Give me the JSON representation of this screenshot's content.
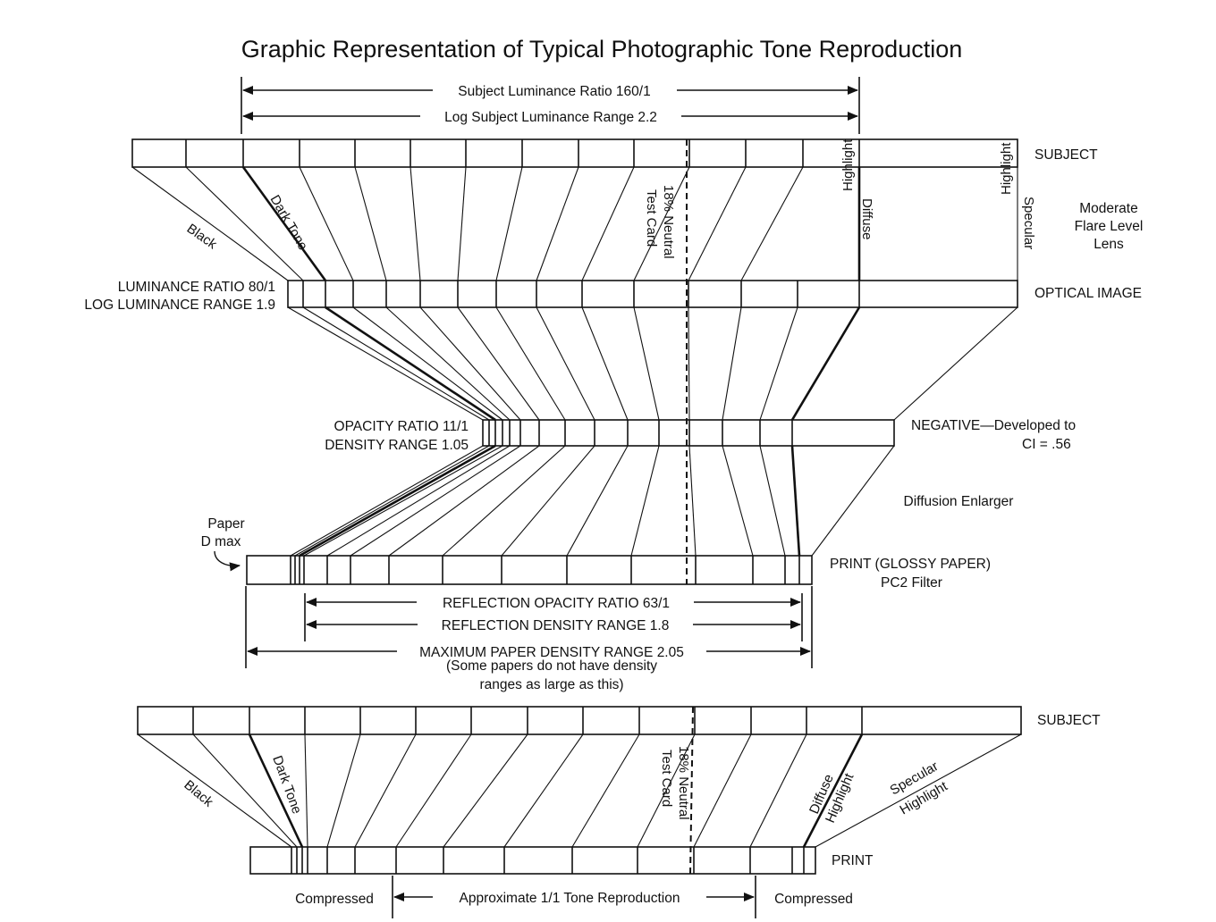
{
  "title": "Graphic Representation of Typical Photographic Tone Reproduction",
  "top_ranges": {
    "subject_ratio": "Subject Luminance Ratio 160/1",
    "log_subject_range": "Log Subject Luminance Range 2.2"
  },
  "stages": {
    "subject": "SUBJECT",
    "optical_image": "OPTICAL IMAGE",
    "negative": "NEGATIVE—Developed to",
    "negative_ci": "CI = .56",
    "print": "PRINT (GLOSSY PAPER)",
    "print_filter": "PC2 Filter"
  },
  "lens": [
    "Moderate",
    "Flare Level",
    "Lens"
  ],
  "enlarger": "Diffusion Enlarger",
  "optical_left": {
    "ratio": "LUMINANCE RATIO 80/1",
    "range": "LOG LUMINANCE RANGE 1.9"
  },
  "negative_left": {
    "ratio": "OPACITY RATIO 11/1",
    "range": "DENSITY RANGE 1.05"
  },
  "paper_dmax": [
    "Paper",
    "D max"
  ],
  "tones": {
    "black": "Black",
    "dark_tone": "Dark Tone",
    "neutral_line1": "18% Neutral",
    "neutral_line2": "Test Card",
    "diffuse": "Diffuse",
    "highlight": "Highlight",
    "specular": "Specular"
  },
  "print_ranges": {
    "reflection_opacity": "REFLECTION OPACITY RATIO 63/1",
    "reflection_density": "REFLECTION DENSITY RANGE 1.8",
    "max_paper_density": "MAXIMUM PAPER DENSITY RANGE 2.05",
    "note1": "(Some papers do not have density",
    "note2": "ranges as large as this)"
  },
  "bottom": {
    "subject": "SUBJECT",
    "print": "PRINT",
    "compressed_left": "Compressed",
    "approx": "Approximate 1/1 Tone Reproduction",
    "compressed_right": "Compressed"
  }
}
